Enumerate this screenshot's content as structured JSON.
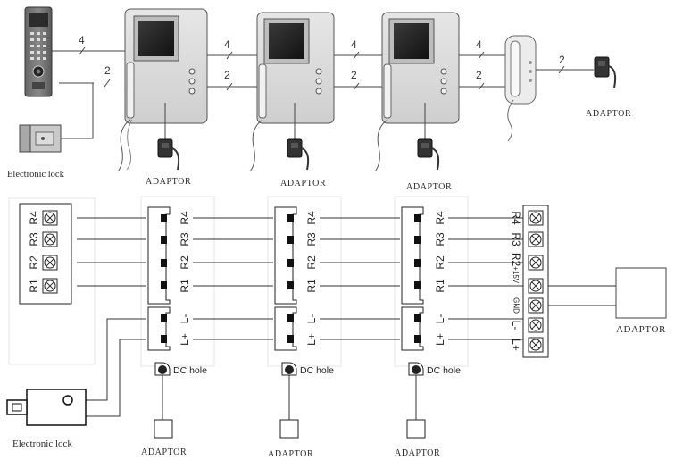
{
  "top": {
    "electronic_lock_label": "Electronic lock",
    "adaptor_label": "ADAPTOR",
    "wire_counts": {
      "four": "4",
      "two": "2"
    }
  },
  "bottom": {
    "outdoor_terminals": [
      "R4",
      "R3",
      "R2",
      "R1"
    ],
    "monitor_terminals": [
      "R4",
      "R3",
      "R2",
      "R1"
    ],
    "lock_terminals": [
      "L-",
      "L+"
    ],
    "dc_hole_label": "DC hole",
    "adaptor_label": "ADAPTOR",
    "electronic_lock_label": "Electronic lock",
    "terminal_block_labels": [
      "R4",
      "R3",
      "R2+15V",
      "GND",
      "L-",
      "L+"
    ],
    "terminal_block_r2_main": "R2",
    "terminal_block_r2_sub": "+15V",
    "terminal_block_gnd": "GND"
  }
}
